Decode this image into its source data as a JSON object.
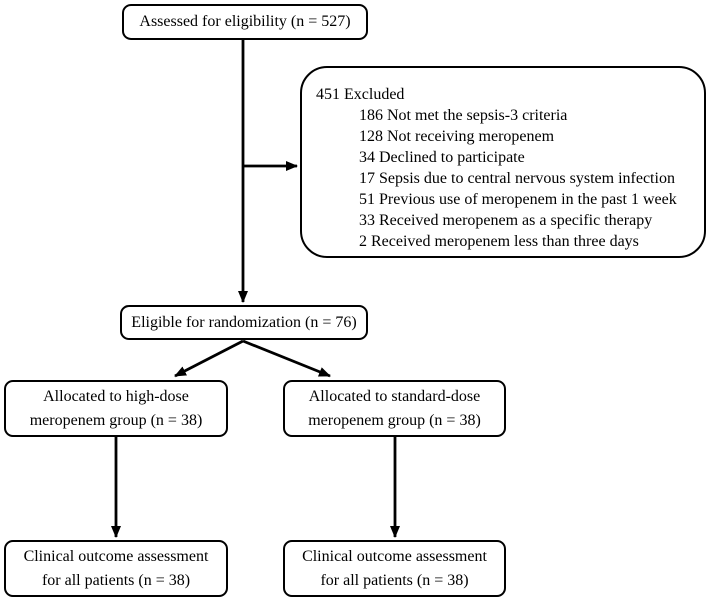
{
  "boxes": {
    "assessed": {
      "text": "Assessed for eligibility (n = 527)"
    },
    "excluded": {
      "heading": "451 Excluded",
      "items": [
        "186 Not met the sepsis-3 criteria",
        "128 Not receiving meropenem",
        "34 Declined to participate",
        "17 Sepsis due to central nervous system infection",
        "51 Previous use of meropenem in the past 1 week",
        "33 Received meropenem as a specific therapy",
        "2 Received meropenem less than three days"
      ]
    },
    "eligible": {
      "text": "Eligible for randomization (n = 76)"
    },
    "allocation_high": {
      "line1": "Allocated to high-dose",
      "line2": "meropenem group (n = 38)"
    },
    "allocation_standard": {
      "line1": "Allocated to standard-dose",
      "line2": "meropenem group (n = 38)"
    },
    "outcome_left": {
      "line1": "Clinical outcome assessment",
      "line2": "for all patients (n = 38)"
    },
    "outcome_right": {
      "line1": "Clinical outcome assessment",
      "line2": "for all patients (n = 38)"
    }
  },
  "colors": {
    "line": "#000000",
    "background": "#ffffff",
    "text": "#000000"
  }
}
